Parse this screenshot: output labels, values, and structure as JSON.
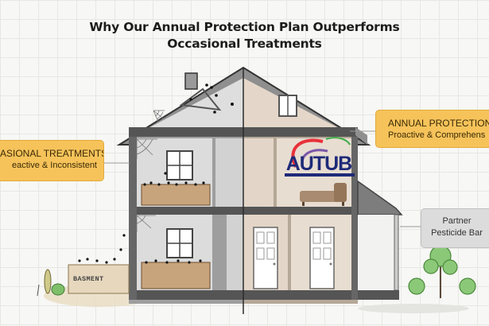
{
  "title": {
    "line1": "Why Our Annual Protection Plan Outperforms",
    "line2": "Occasional Treatments"
  },
  "callouts": {
    "left": {
      "heading": "ASIONAL TREATMENTS",
      "sub": "eactive & Inconsistent"
    },
    "right": {
      "heading": "ANNUAL PROTECTION PL",
      "sub": "Proactive & Comprehens"
    },
    "grey": {
      "line1": "Partner",
      "line2": "Pesticide Bar"
    }
  },
  "labels": {
    "basement": "BASMENT"
  },
  "logo": {
    "text": "AUTUB"
  },
  "colors": {
    "callout_accent": "#f6c35a",
    "left_side_walls": "#d9d9d9",
    "right_side_walls": "#e3d6c8",
    "roof": "#8f8f8f",
    "logo_blue": "#1e2a78",
    "logo_red": "#e8303a"
  },
  "icons": [
    "ant-icon",
    "spider-web-icon",
    "tree-icon",
    "door-icon",
    "window-icon",
    "sofa-icon"
  ]
}
